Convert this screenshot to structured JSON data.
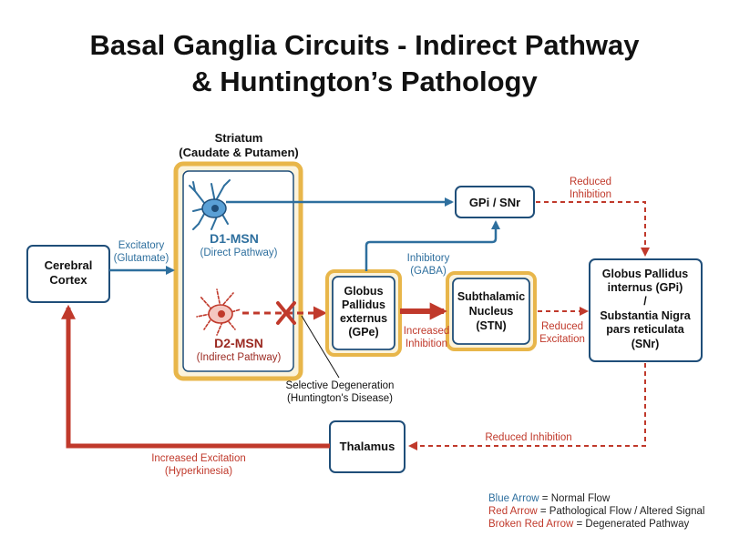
{
  "title": {
    "line1": "Basal Ganglia Circuits - Indirect Pathway",
    "line2": "& Huntington’s Pathology"
  },
  "colors": {
    "blue": "#2e6f9e",
    "red": "#c0392b",
    "dark_red": "#9b2a22",
    "navy": "#1f4e79",
    "gold": "#e8b64a",
    "gold_fill": "#fbf3dc"
  },
  "icons": {
    "d1": "neuron-icon",
    "d2": "degenerating-neuron-icon",
    "block": "x-mark-icon"
  },
  "nodes": {
    "cortex": {
      "line1": "Cerebral",
      "line2": "Cortex"
    },
    "striatum": {
      "line1": "Striatum",
      "line2": "(Caudate & Putamen)"
    },
    "d1": {
      "name": "D1-MSN",
      "sub": "(Direct Pathway)"
    },
    "d2": {
      "name": "D2-MSN",
      "sub": "(Indirect Pathway)"
    },
    "gpi_snr_small": "GPi / SNr",
    "gpe": {
      "line1": "Globus",
      "line2": "Pallidus",
      "line3": "externus",
      "line4": "(GPe)"
    },
    "stn": {
      "line1": "Subthalamic",
      "line2": "Nucleus",
      "line3": "(STN)"
    },
    "gpi_snr": {
      "line1": "Globus Pallidus",
      "line2": "internus (GPi)",
      "line3": "/",
      "line4": "Substantia Nigra",
      "line5": "pars reticulata",
      "line6": "(SNr)"
    },
    "thalamus": "Thalamus"
  },
  "labels": {
    "excitatory": {
      "line1": "Excitatory",
      "line2": "(Glutamate)"
    },
    "inhibitory": {
      "line1": "Inhibitory",
      "line2": "(GABA)"
    },
    "reduced_inhibition_top": {
      "line1": "Reduced",
      "line2": "Inhibition"
    },
    "increased_inhibition": {
      "line1": "Increased",
      "line2": "Inhibition"
    },
    "reduced_excitation": {
      "line1": "Reduced",
      "line2": "Excitation"
    },
    "selective_degeneration": {
      "line1": "Selective Degeneration",
      "line2": "(Huntington's Disease)"
    },
    "reduced_inhibition_bottom": "Reduced Inhibition",
    "increased_excitation": {
      "line1": "Increased Excitation",
      "line2": "(Hyperkinesia)"
    }
  },
  "legend": {
    "items": [
      {
        "key": "Blue Arrow",
        "text": " = Normal Flow"
      },
      {
        "key": "Red Arrow",
        "text": " = Pathological Flow / Altered Signal"
      },
      {
        "key": "Broken Red Arrow",
        "text": " = Degenerated Pathway"
      }
    ]
  }
}
